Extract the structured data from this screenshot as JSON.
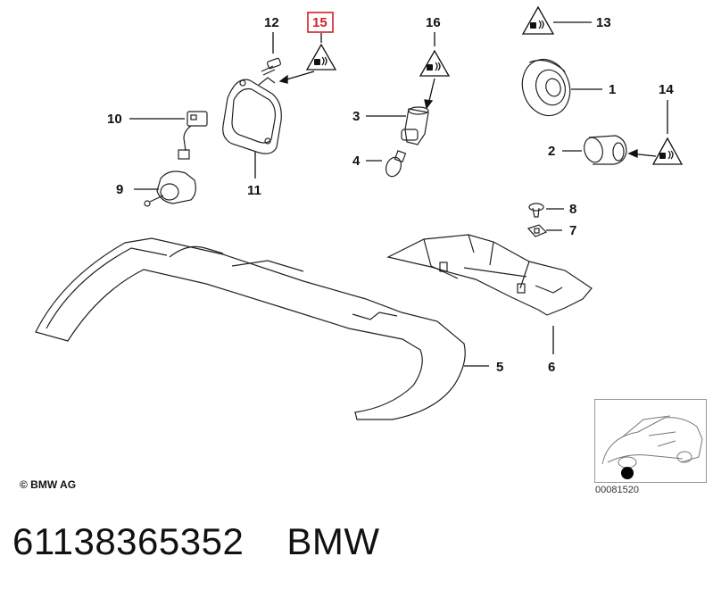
{
  "callouts": [
    {
      "id": "1",
      "label": "1"
    },
    {
      "id": "2",
      "label": "2"
    },
    {
      "id": "3",
      "label": "3"
    },
    {
      "id": "4",
      "label": "4"
    },
    {
      "id": "5",
      "label": "5"
    },
    {
      "id": "6",
      "label": "6"
    },
    {
      "id": "7",
      "label": "7"
    },
    {
      "id": "8",
      "label": "8"
    },
    {
      "id": "9",
      "label": "9"
    },
    {
      "id": "10",
      "label": "10"
    },
    {
      "id": "11",
      "label": "11"
    },
    {
      "id": "12",
      "label": "12"
    },
    {
      "id": "13",
      "label": "13"
    },
    {
      "id": "14",
      "label": "14"
    },
    {
      "id": "15",
      "label": "15"
    },
    {
      "id": "16",
      "label": "16"
    }
  ],
  "highlight_label": "15",
  "highlight_color": "#d0202a",
  "copyright": "© BMW AG",
  "diagram_code": "00081520",
  "footer": {
    "part_number": "61138365352",
    "brand": "BMW"
  },
  "icons": [
    "warning-triangle-icon",
    "bulb-icon",
    "headlight-adjuster-icon",
    "car-silhouette-icon"
  ]
}
